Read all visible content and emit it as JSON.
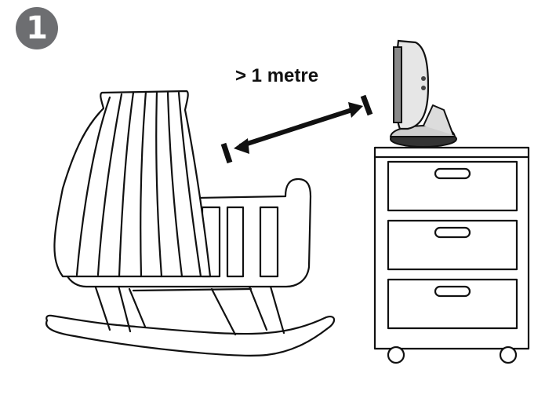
{
  "step": {
    "number": "1",
    "badge_color": "#6d6e71"
  },
  "distance": {
    "label": "> 1 metre"
  },
  "objects": {
    "cradle_icon": "rocking-cradle",
    "camera_icon": "baby-monitor-camera",
    "cabinet_icon": "drawer-cabinet",
    "arrow_icon": "double-headed-arrow"
  },
  "colors": {
    "line": "#111111",
    "background": "#ffffff",
    "camera_fill": "#e6e6e6"
  }
}
